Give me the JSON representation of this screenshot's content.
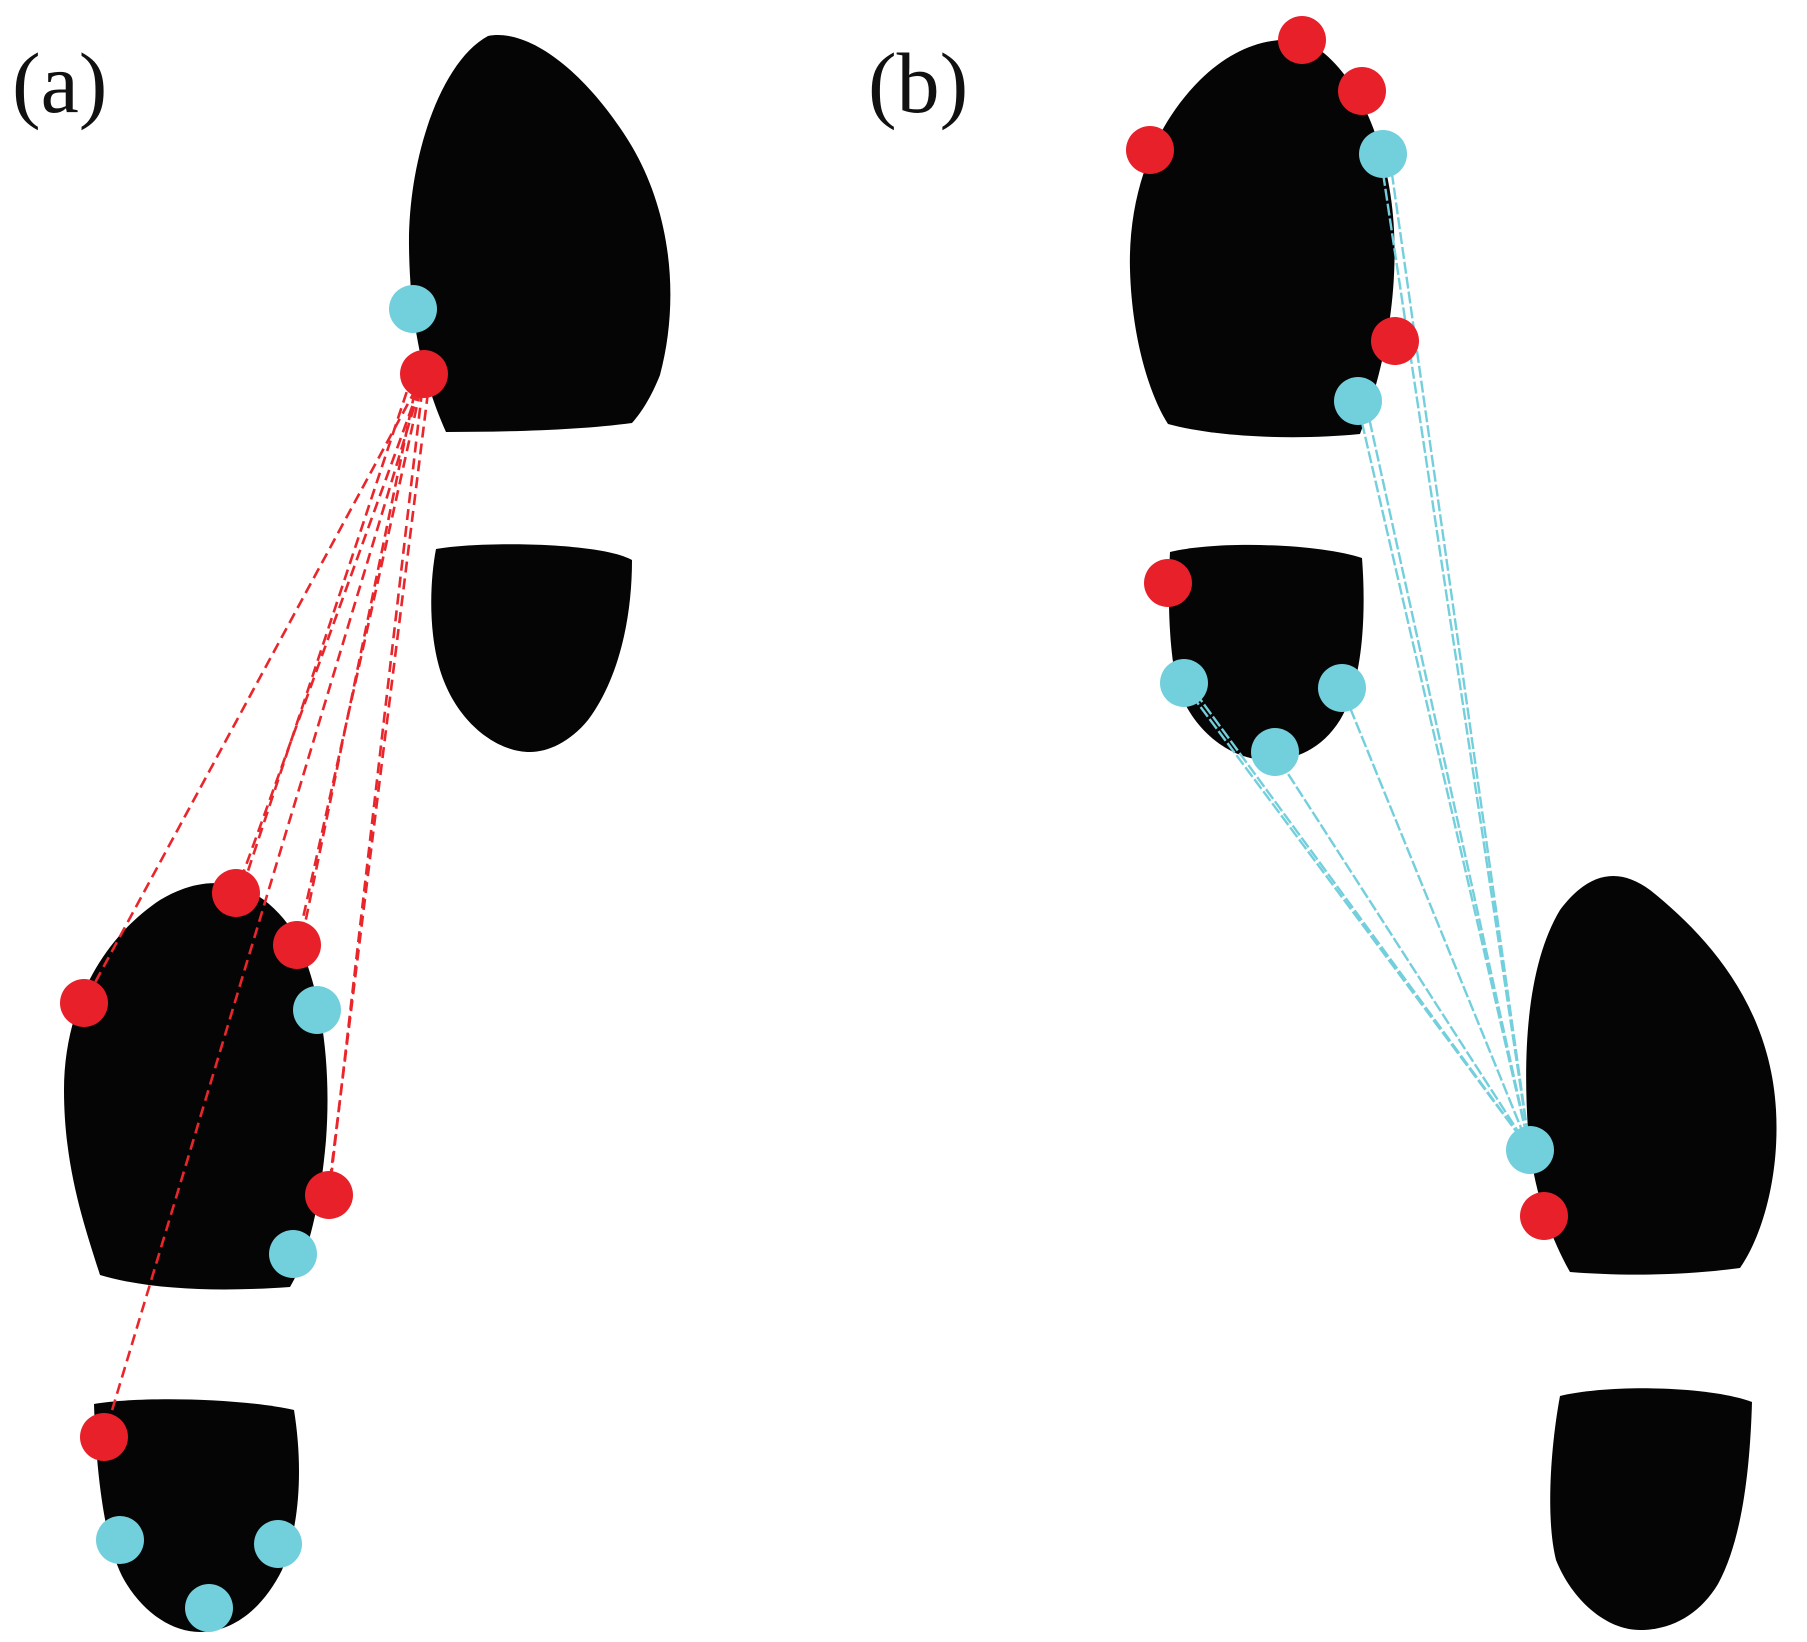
{
  "panels": [
    {
      "id": "a",
      "label": "(a)"
    },
    {
      "id": "b",
      "label": "(b)"
    }
  ],
  "colors": {
    "footprint": "#050505",
    "marker_red": "#e8202a",
    "marker_cyan": "#72cfdc",
    "link_red": "#e8262b",
    "link_cyan": "#73cfdc",
    "background": "#ffffff"
  }
}
